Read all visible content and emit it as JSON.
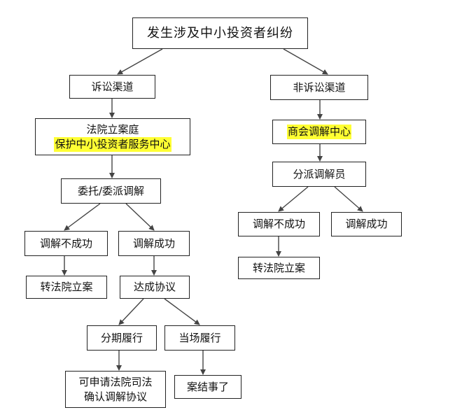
{
  "nodes": {
    "root": "发生涉及中小投资者纠纷",
    "litigation": "诉讼渠道",
    "non_litigation": "非诉讼渠道",
    "court_filing": "法院立案庭",
    "investor_center": "保护中小投资者服务中心",
    "delegated_mediation": "委托/委派调解",
    "left_mediation_fail": "调解不成功",
    "left_mediation_success": "调解成功",
    "left_transfer_court": "转法院立案",
    "agreement_reached": "达成协议",
    "installment": "分期履行",
    "on_the_spot": "当场履行",
    "court_confirm_line1": "可申请法院司法",
    "court_confirm_line2": "确认调解协议",
    "case_closed": "案结事了",
    "chamber_mediation": "商会调解中心",
    "assign_mediator": "分派调解员",
    "right_mediation_fail": "调解不成功",
    "right_mediation_success": "调解成功",
    "right_transfer_court": "转法院立案"
  },
  "colors": {
    "highlight": "#ffff33",
    "line": "#444444"
  }
}
